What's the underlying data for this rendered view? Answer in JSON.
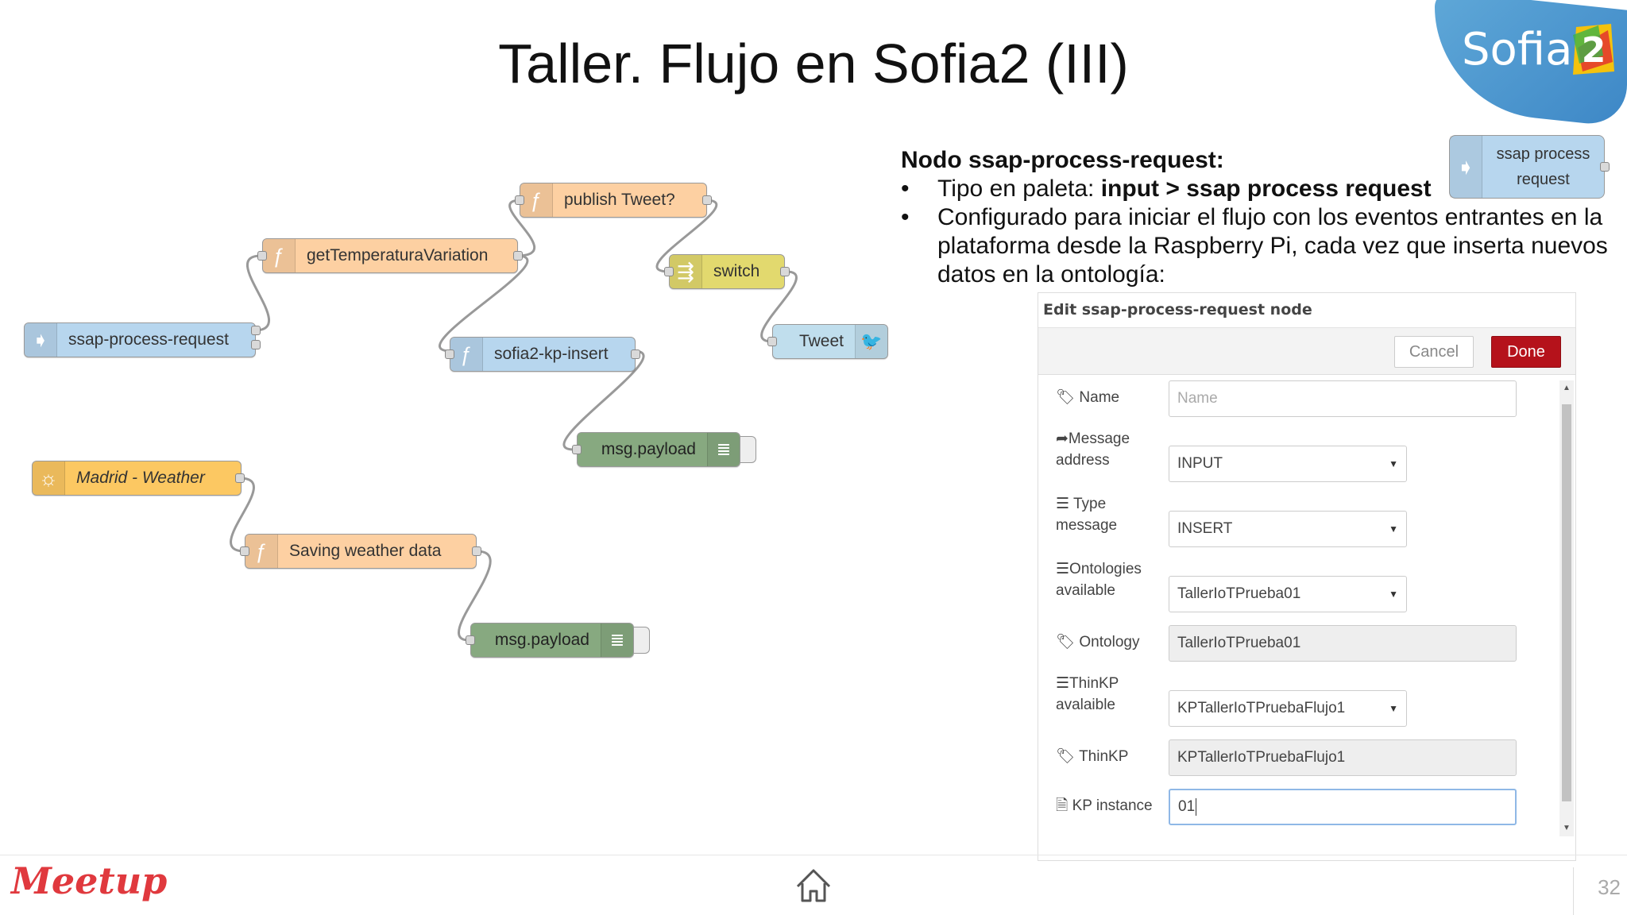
{
  "slide": {
    "title": "Taller. Flujo en Sofia2 (III)",
    "page_number": "32"
  },
  "logo": {
    "text": "Sofia",
    "badge": "2",
    "footer_brand": "Meetup"
  },
  "flow": {
    "nodes": {
      "publish_tweet": "publish Tweet?",
      "get_temp": "getTemperaturaVariation",
      "switch": "switch",
      "ssap_request": "ssap-process-request",
      "tweet": "Tweet",
      "kp_insert": "sofia2-kp-insert",
      "debug1": "msg.payload",
      "madrid_weather": "Madrid - Weather",
      "saving_weather": "Saving weather data",
      "debug2": "msg.payload"
    }
  },
  "description": {
    "heading": "Nodo ssap-process-request:",
    "bullet1_prefix": "Tipo en paleta: ",
    "bullet1_bold": "input > ssap process request",
    "bullet2": "Configurado para iniciar el flujo con los eventos entrantes en la plataforma desde la Raspberry Pi, cada vez que inserta nuevos datos en la ontología:"
  },
  "palette_node": {
    "line1": "ssap process",
    "line2": "request"
  },
  "dialog": {
    "title": "Edit ssap-process-request node",
    "cancel": "Cancel",
    "done": "Done",
    "name_label": "Name",
    "name_placeholder": "Name",
    "message_address_label_1": "Message",
    "message_address_label_2": "address",
    "message_address_value": "INPUT",
    "type_message_label_1": "Type",
    "type_message_label_2": "message",
    "type_message_value": "INSERT",
    "ontologies_label_1": "Ontologies",
    "ontologies_label_2": "available",
    "ontologies_value": "TallerIoTPrueba01",
    "ontology_label": "Ontology",
    "ontology_value": "TallerIoTPrueba01",
    "thinkp_avail_label_1": "ThinKP",
    "thinkp_avail_label_2": "avalaible",
    "thinkp_avail_value": "KPTallerIoTPruebaFlujo1",
    "thinkp_label": "ThinKP",
    "thinkp_value": "KPTallerIoTPruebaFlujo1",
    "kp_instance_label": "KP instance",
    "kp_instance_value": "01"
  },
  "colors": {
    "function_node": "#fdd0a2",
    "ssap_node": "#b7d6ee",
    "switch_node": "#e2d96e",
    "debug_node": "#87a980",
    "inject_node": "#fcc862",
    "done_button": "#b5121b",
    "meetup_red": "#e0393e"
  }
}
